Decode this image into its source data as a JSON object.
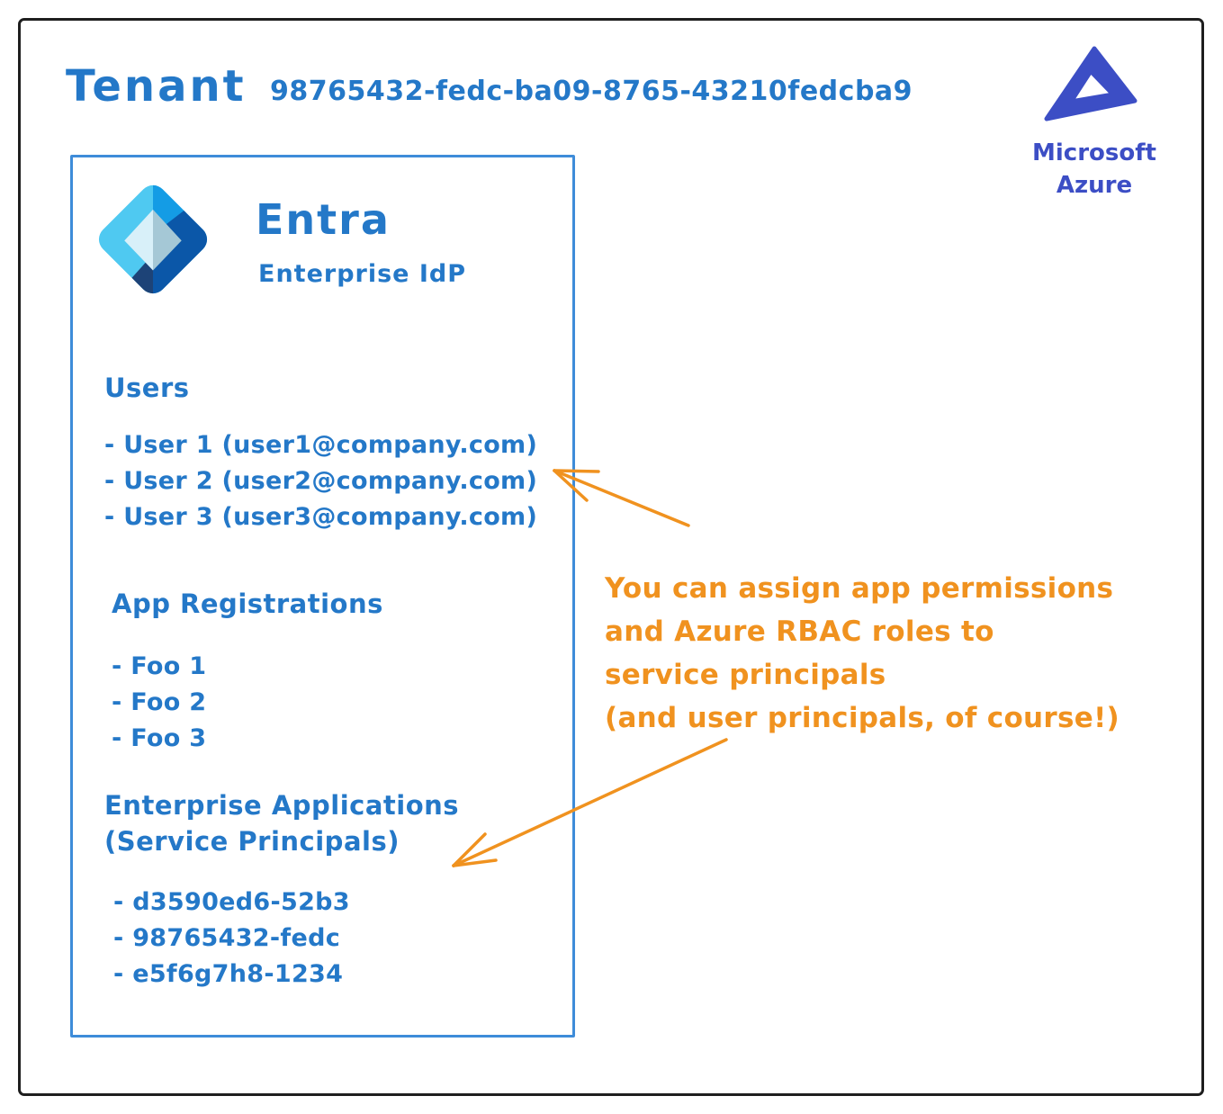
{
  "header": {
    "title": "Tenant",
    "tenant_id": "98765432-fedc-ba09-8765-43210fedcba9"
  },
  "azure_badge": {
    "line1": "Microsoft",
    "line2": "Azure"
  },
  "entra_box": {
    "title": "Entra",
    "subtitle": "Enterprise IdP",
    "sections": [
      {
        "heading": "Users",
        "items": [
          "- User 1 (user1@company.com)",
          "- User 2 (user2@company.com)",
          "- User 3 (user3@company.com)"
        ]
      },
      {
        "heading": "App Registrations",
        "items": [
          "- Foo 1",
          "- Foo 2",
          "- Foo 3"
        ]
      },
      {
        "heading": "Enterprise Applications",
        "subheading": "(Service Principals)",
        "items": [
          "- d3590ed6-52b3",
          "- 98765432-fedc",
          "- e5f6g7h8-1234"
        ]
      }
    ]
  },
  "annotation": {
    "lines": [
      "You can assign app permissions",
      "and Azure RBAC roles to",
      "service principals",
      "(and user principals, of course!)"
    ]
  },
  "colors": {
    "ink-blue": "#2478C8",
    "box-border-blue": "#3E8CD9",
    "azure-indigo": "#3C4EC5",
    "annotation-orange": "#F0921F",
    "frame-black": "#1E1E1E",
    "entra-logo-cyan": "#4FC9F1",
    "entra-logo-bright-blue": "#149CE5",
    "entra-logo-dark-blue": "#0B57A8",
    "entra-logo-navy": "#1D4377",
    "entra-logo-inner-light": "#D8F0F9",
    "entra-logo-inner-gray": "#A5C8D6"
  }
}
